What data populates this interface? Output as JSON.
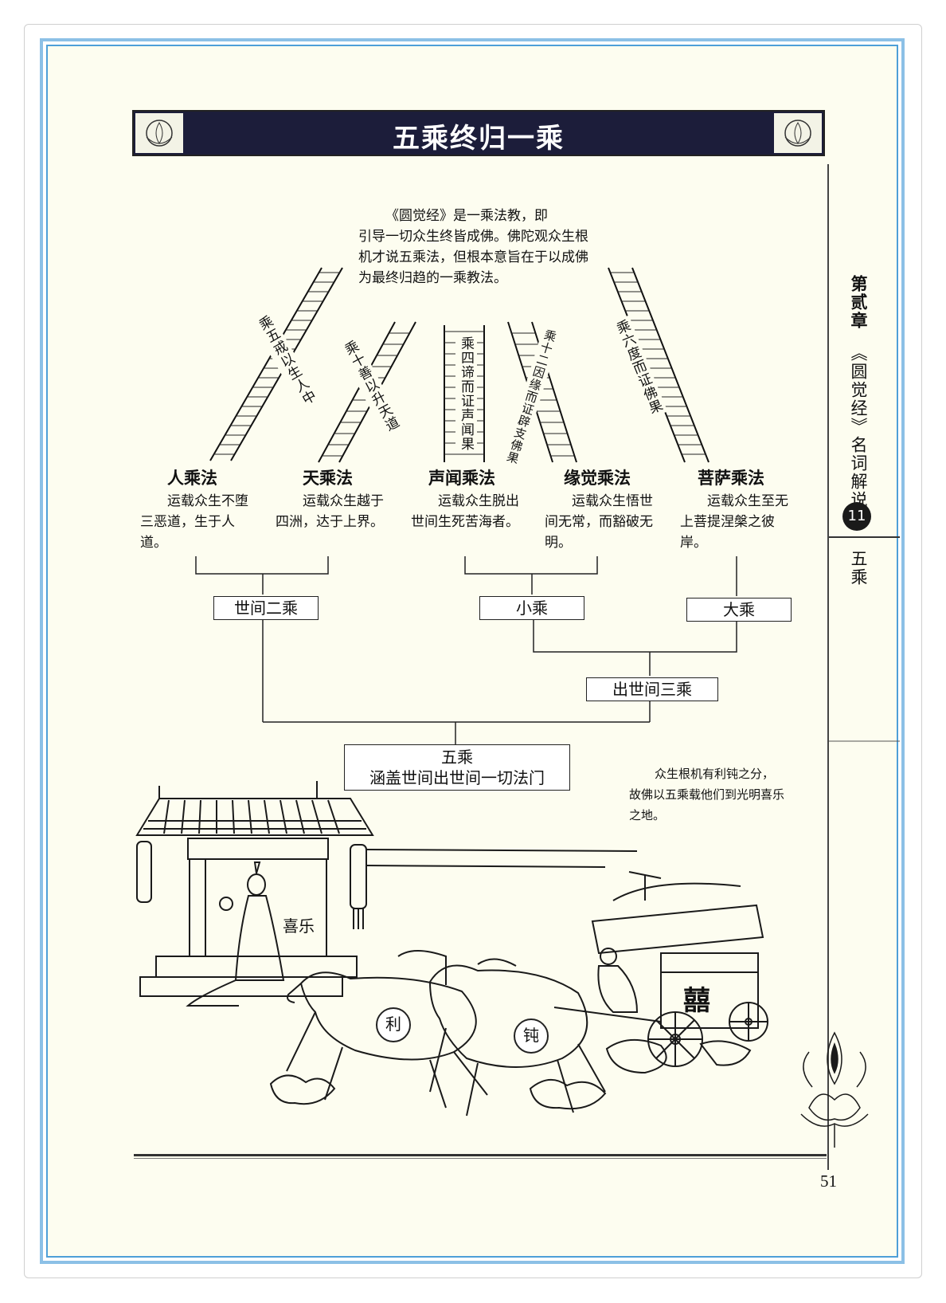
{
  "title": "五乘终归一乘",
  "sidebar": {
    "chapter": "第贰章",
    "book": "《圆觉经》名词解说",
    "badge": "11",
    "topic": "五乘"
  },
  "intro": {
    "line1": "《圆觉经》是一乘法教，即",
    "rest": "引导一切众生终皆成佛。佛陀观众生根机才说五乘法，但根本意旨在于以成佛为最终归趋的一乘教法。"
  },
  "ladders": [
    "乘五戒以生人中",
    "乘十善以升天道",
    "乘四谛而证声闻果",
    "乘十二因缘而证辟支佛果",
    "乘六度而证佛果"
  ],
  "vehicles": [
    {
      "name": "人乘法",
      "desc": "运载众生不堕三恶道，生于人道。"
    },
    {
      "name": "天乘法",
      "desc": "运载众生越于四洲，达于上界。"
    },
    {
      "name": "声闻乘法",
      "desc": "运载众生脱出世间生死苦海者。"
    },
    {
      "name": "缘觉乘法",
      "desc": "运载众生悟世间无常，而豁破无明。"
    },
    {
      "name": "菩萨乘法",
      "desc": "运载众生至无上菩提涅槃之彼岸。"
    }
  ],
  "groups": {
    "worldly": "世间二乘",
    "small": "小乘",
    "great": "大乘",
    "transcendent": "出世间三乘",
    "five_title": "五乘",
    "five_sub": "涵盖世间出世间一切法门"
  },
  "caption": "众生根机有利钝之分，故佛以五乘载他们到光明喜乐之地。",
  "illustration": {
    "gate_label": "喜乐",
    "horse_left": "利",
    "horse_right": "钝",
    "carriage": "囍"
  },
  "page_number": "51"
}
